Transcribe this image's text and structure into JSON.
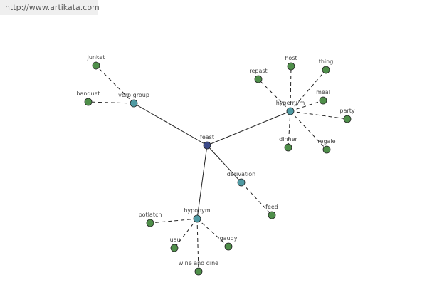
{
  "url": "http://www.artikata.com",
  "colors": {
    "center": "#3c4a88",
    "relation": "#4f9aa3",
    "leaf": "#4f8f4a",
    "edge": "#222222"
  },
  "graph": {
    "center": {
      "id": "feast",
      "label": "feast"
    },
    "relations": [
      {
        "id": "verb-group",
        "label": "verb group",
        "leaves": [
          "junket",
          "banquet"
        ]
      },
      {
        "id": "hypernym",
        "label": "hypernym",
        "leaves": [
          "host",
          "thing",
          "repast",
          "meal",
          "party",
          "dinner",
          "regale"
        ]
      },
      {
        "id": "derivation",
        "label": "derivation",
        "leaves": [
          "feed"
        ]
      },
      {
        "id": "hyponym",
        "label": "hyponym",
        "leaves": [
          "potlatch",
          "luau",
          "gaudy",
          "wine and dine"
        ]
      }
    ]
  }
}
